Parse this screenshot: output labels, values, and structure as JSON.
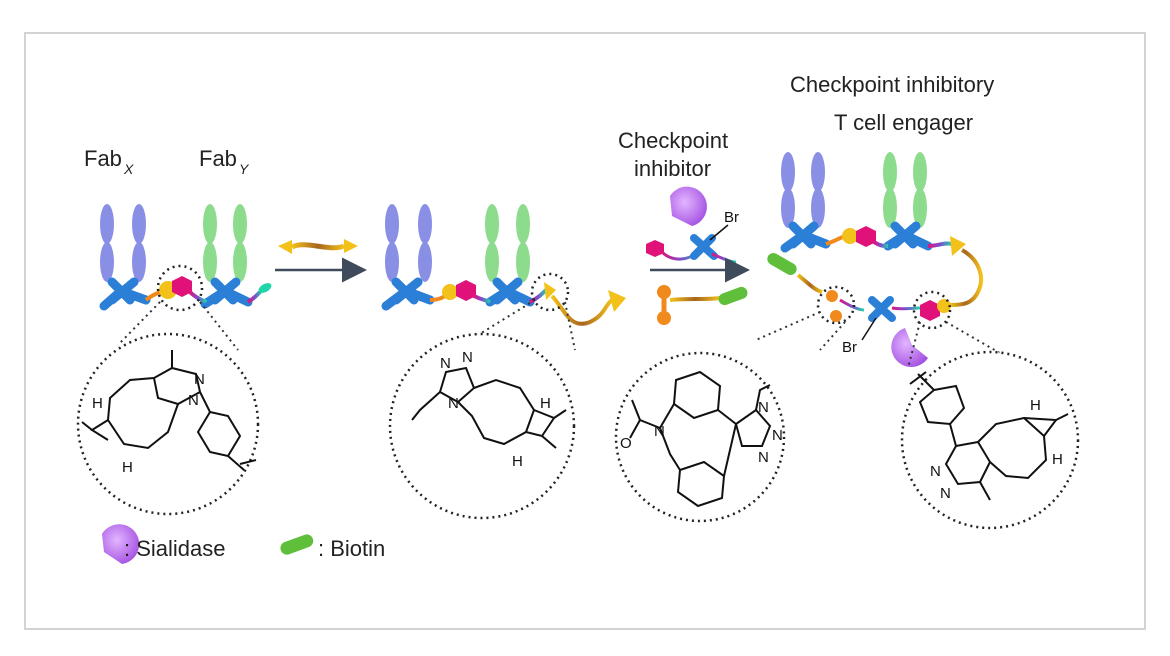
{
  "labels": {
    "fab_x": "Fab",
    "fab_x_sub": "X",
    "fab_y": "Fab",
    "fab_y_sub": "Y",
    "checkpoint_inhibitor_line1": "Checkpoint",
    "checkpoint_inhibitor_line2": "inhibitor",
    "cite_line1": "Checkpoint inhibitory",
    "cite_line2": "T cell engager",
    "br_top": "Br",
    "br_bottom": "Br"
  },
  "legend": {
    "sialidase": ": Sialidase",
    "biotin": ": Biotin"
  },
  "atoms": {
    "n": "N",
    "h": "H",
    "o": "O"
  },
  "colors": {
    "fab_x": "#8a8fe6",
    "fab_y": "#8ddc8d",
    "hinge": "#2b7fd6",
    "linker_magenta": "#e0127a",
    "tetrazine_yellow": "#f2c21b",
    "linker_orange": "#f08a1c",
    "sialidase": "#b56ae8",
    "biotin": "#5fbf3a",
    "arrow": "#3f4a5a"
  }
}
